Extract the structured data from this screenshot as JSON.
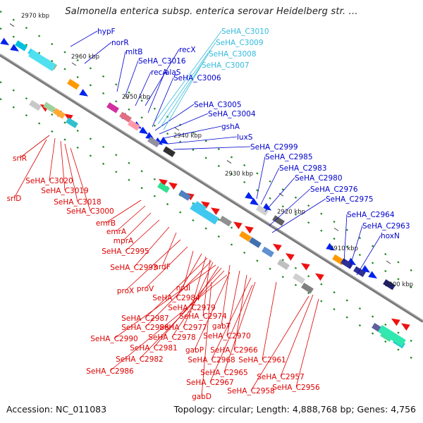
{
  "title": "Salmonella enterica subsp. enterica serovar Heidelberg str. ...",
  "accession": "Accession: NC_011083",
  "topology": "Topology: circular; Length: 4,888,768 bp; Genes: 4,756",
  "colors": {
    "backbone": "#808080",
    "forward_label": "#0000cc",
    "reverse_label": "#dd0000",
    "highlight_label": "#33bbdd",
    "forward_feature": "#0022ee",
    "reverse_feature": "#ee1111",
    "tick_mark": "#228822"
  },
  "ticks": [
    {
      "label": "2970 kbp"
    },
    {
      "label": "2960 kbp"
    },
    {
      "label": "2950 kbp"
    },
    {
      "label": "2940 kbp"
    },
    {
      "label": "2930 kbp"
    },
    {
      "label": "2920 kbp"
    },
    {
      "label": "2910 kbp"
    },
    {
      "label": "2900 kbp"
    }
  ],
  "forward_labels": [
    "hypF",
    "norR",
    "mltB",
    "SeHA_C3016",
    "recX",
    "recA",
    "alaS",
    "SeHA_C3006",
    "SeHA_C3005",
    "SeHA_C3004",
    "gshA",
    "luxS",
    "SeHA_C2999",
    "SeHA_C2985",
    "SeHA_C2983",
    "SeHA_C2980",
    "SeHA_C2976",
    "SeHA_C2975",
    "SeHA_C2964",
    "SeHA_C2963",
    "hoxN"
  ],
  "highlight_labels": [
    "SeHA_C3010",
    "SeHA_C3009",
    "SeHA_C3008",
    "SeHA_C3007"
  ],
  "reverse_labels": [
    "srlR",
    "SeHA_C3020",
    "SeHA_C3019",
    "srlD",
    "SeHA_C3018",
    "SeHA_C3000",
    "emrB",
    "emrA",
    "mprA",
    "SeHA_C2995",
    "SeHA_C2993",
    "nrdF",
    "proX",
    "proV",
    "nrdI",
    "SeHA_C2984",
    "SeHA_C2979",
    "SeHA_C2987",
    "SeHA_C2974",
    "SeHA_C2988",
    "SeHA_C2977",
    "gabT",
    "SeHA_C2990",
    "SeHA_C2978",
    "SeHA_C2970",
    "SeHA_C2981",
    "gabP",
    "SeHA_C2966",
    "SeHA_C2982",
    "SeHA_C2968",
    "SeHA_C2961",
    "SeHA_C2986",
    "SeHA_C2965",
    "SeHA_C2967",
    "SeHA_C2957",
    "SeHA_C2958",
    "SeHA_C2956",
    "gabD"
  ]
}
